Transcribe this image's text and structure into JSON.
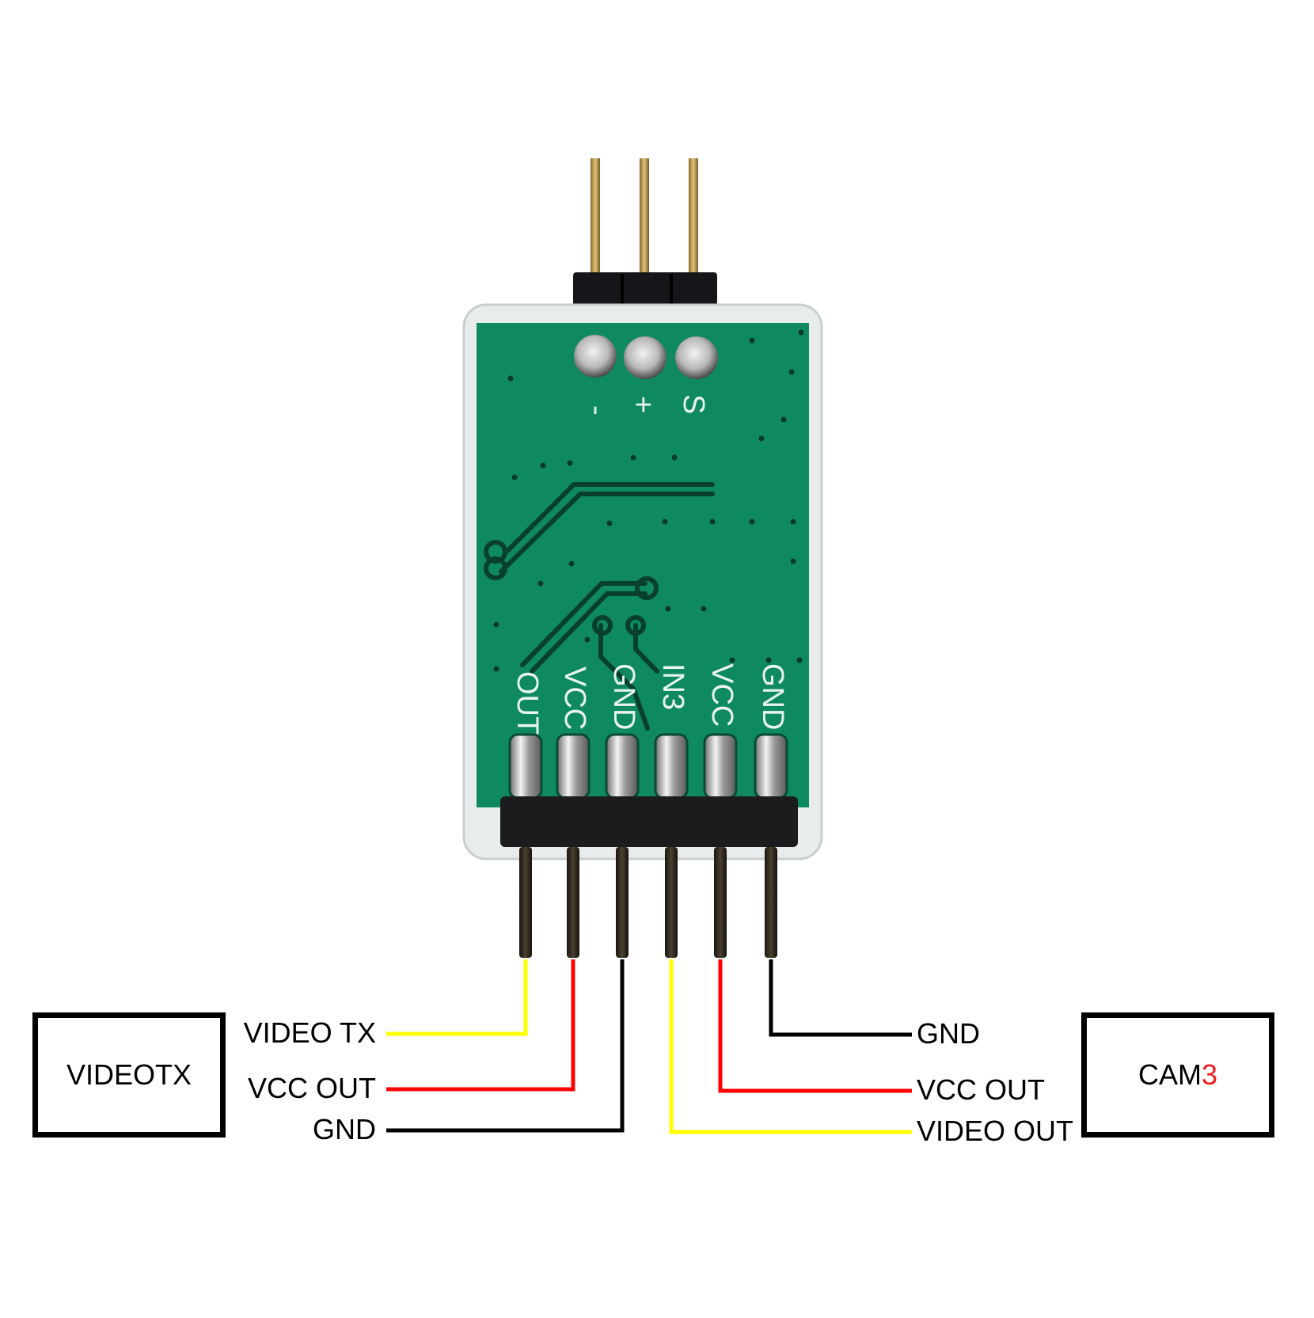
{
  "diagram": {
    "title_text": null,
    "colors": {
      "background": "#ffffff",
      "pcb_green": "#0f8a5f",
      "wire_yellow": "#ffff00",
      "wire_red": "#ff0000",
      "wire_black": "#000000",
      "box_border": "#000000",
      "highlight_red": "#ee1c1c"
    },
    "left_device": {
      "label": "VIDEOTX"
    },
    "right_device": {
      "label_prefix": "CAM",
      "label_highlight": "3"
    },
    "top_header_silkscreen": [
      "-",
      "+",
      "S"
    ],
    "bottom_header_silkscreen": [
      "OUT",
      "VCC",
      "GND",
      "IN3",
      "VCC",
      "GND"
    ],
    "left_wires": [
      {
        "label": "VIDEO TX",
        "color": "#ffff00",
        "pin": "OUT"
      },
      {
        "label": "VCC OUT",
        "color": "#ff0000",
        "pin": "VCC"
      },
      {
        "label": "GND",
        "color": "#000000",
        "pin": "GND"
      }
    ],
    "right_wires": [
      {
        "label": "GND",
        "color": "#000000",
        "pin": "GND"
      },
      {
        "label": "VCC OUT",
        "color": "#ff0000",
        "pin": "VCC"
      },
      {
        "label": "VIDEO OUT",
        "color": "#ffff00",
        "pin": "IN3"
      }
    ]
  }
}
